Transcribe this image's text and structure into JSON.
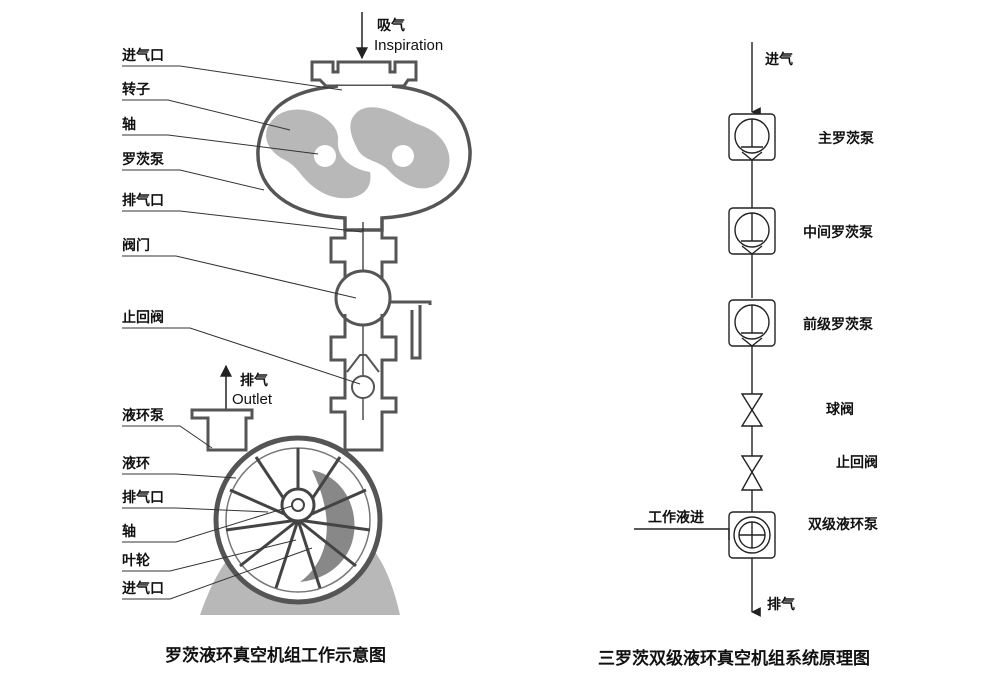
{
  "left_diagram": {
    "caption": "罗茨液环真空机组工作示意图",
    "inlet_arrow_label_cn": "吸气",
    "inlet_arrow_label_en": "Inspiration",
    "outlet_arrow_label_cn": "排气",
    "outlet_arrow_label_en": "Outlet",
    "labels": [
      "进气口",
      "转子",
      "轴",
      "罗茨泵",
      "排气口",
      "阀门",
      "止回阀",
      "液环泵",
      "液环",
      "排气口",
      "轴",
      "叶轮",
      "进气口"
    ]
  },
  "right_diagram": {
    "caption": "三罗茨双级液环真空机组系统原理图",
    "inlet_label": "进气",
    "outlet_label": "排气",
    "side_input_label": "工作液进",
    "components": [
      "主罗茨泵",
      "中间罗茨泵",
      "前级罗茨泵",
      "球阀",
      "止回阀",
      "双级液环泵"
    ]
  }
}
